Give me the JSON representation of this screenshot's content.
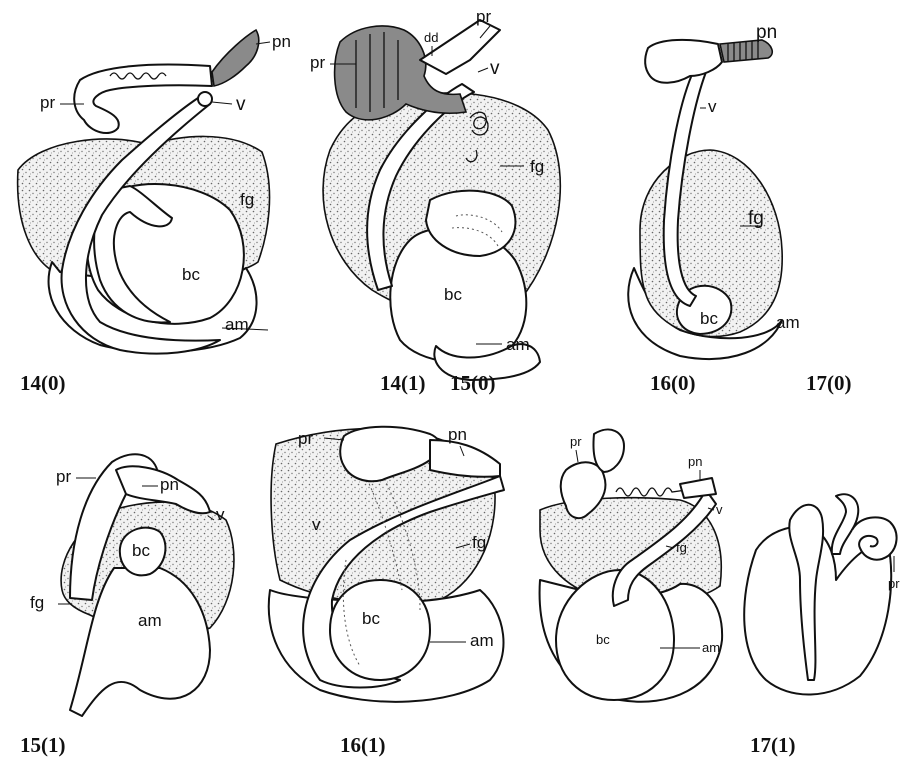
{
  "labels": {
    "pn": "pn",
    "pr": "pr",
    "v": "v",
    "fg": "fg",
    "bc": "bc",
    "am": "am",
    "dd": "dd"
  },
  "captions": {
    "fig_14_0": "14(0)",
    "fig_14_1": "14(1)",
    "fig_15_0": "15(0)",
    "fig_16_0": "16(0)",
    "fig_17_0": "17(0)",
    "fig_15_1": "15(1)",
    "fig_16_1": "16(1)",
    "fig_17_1": "17(1)"
  },
  "colors": {
    "ink": "#111111",
    "shaded_prostate": "#8a8a8a",
    "stipple": "#9a9a9a"
  }
}
